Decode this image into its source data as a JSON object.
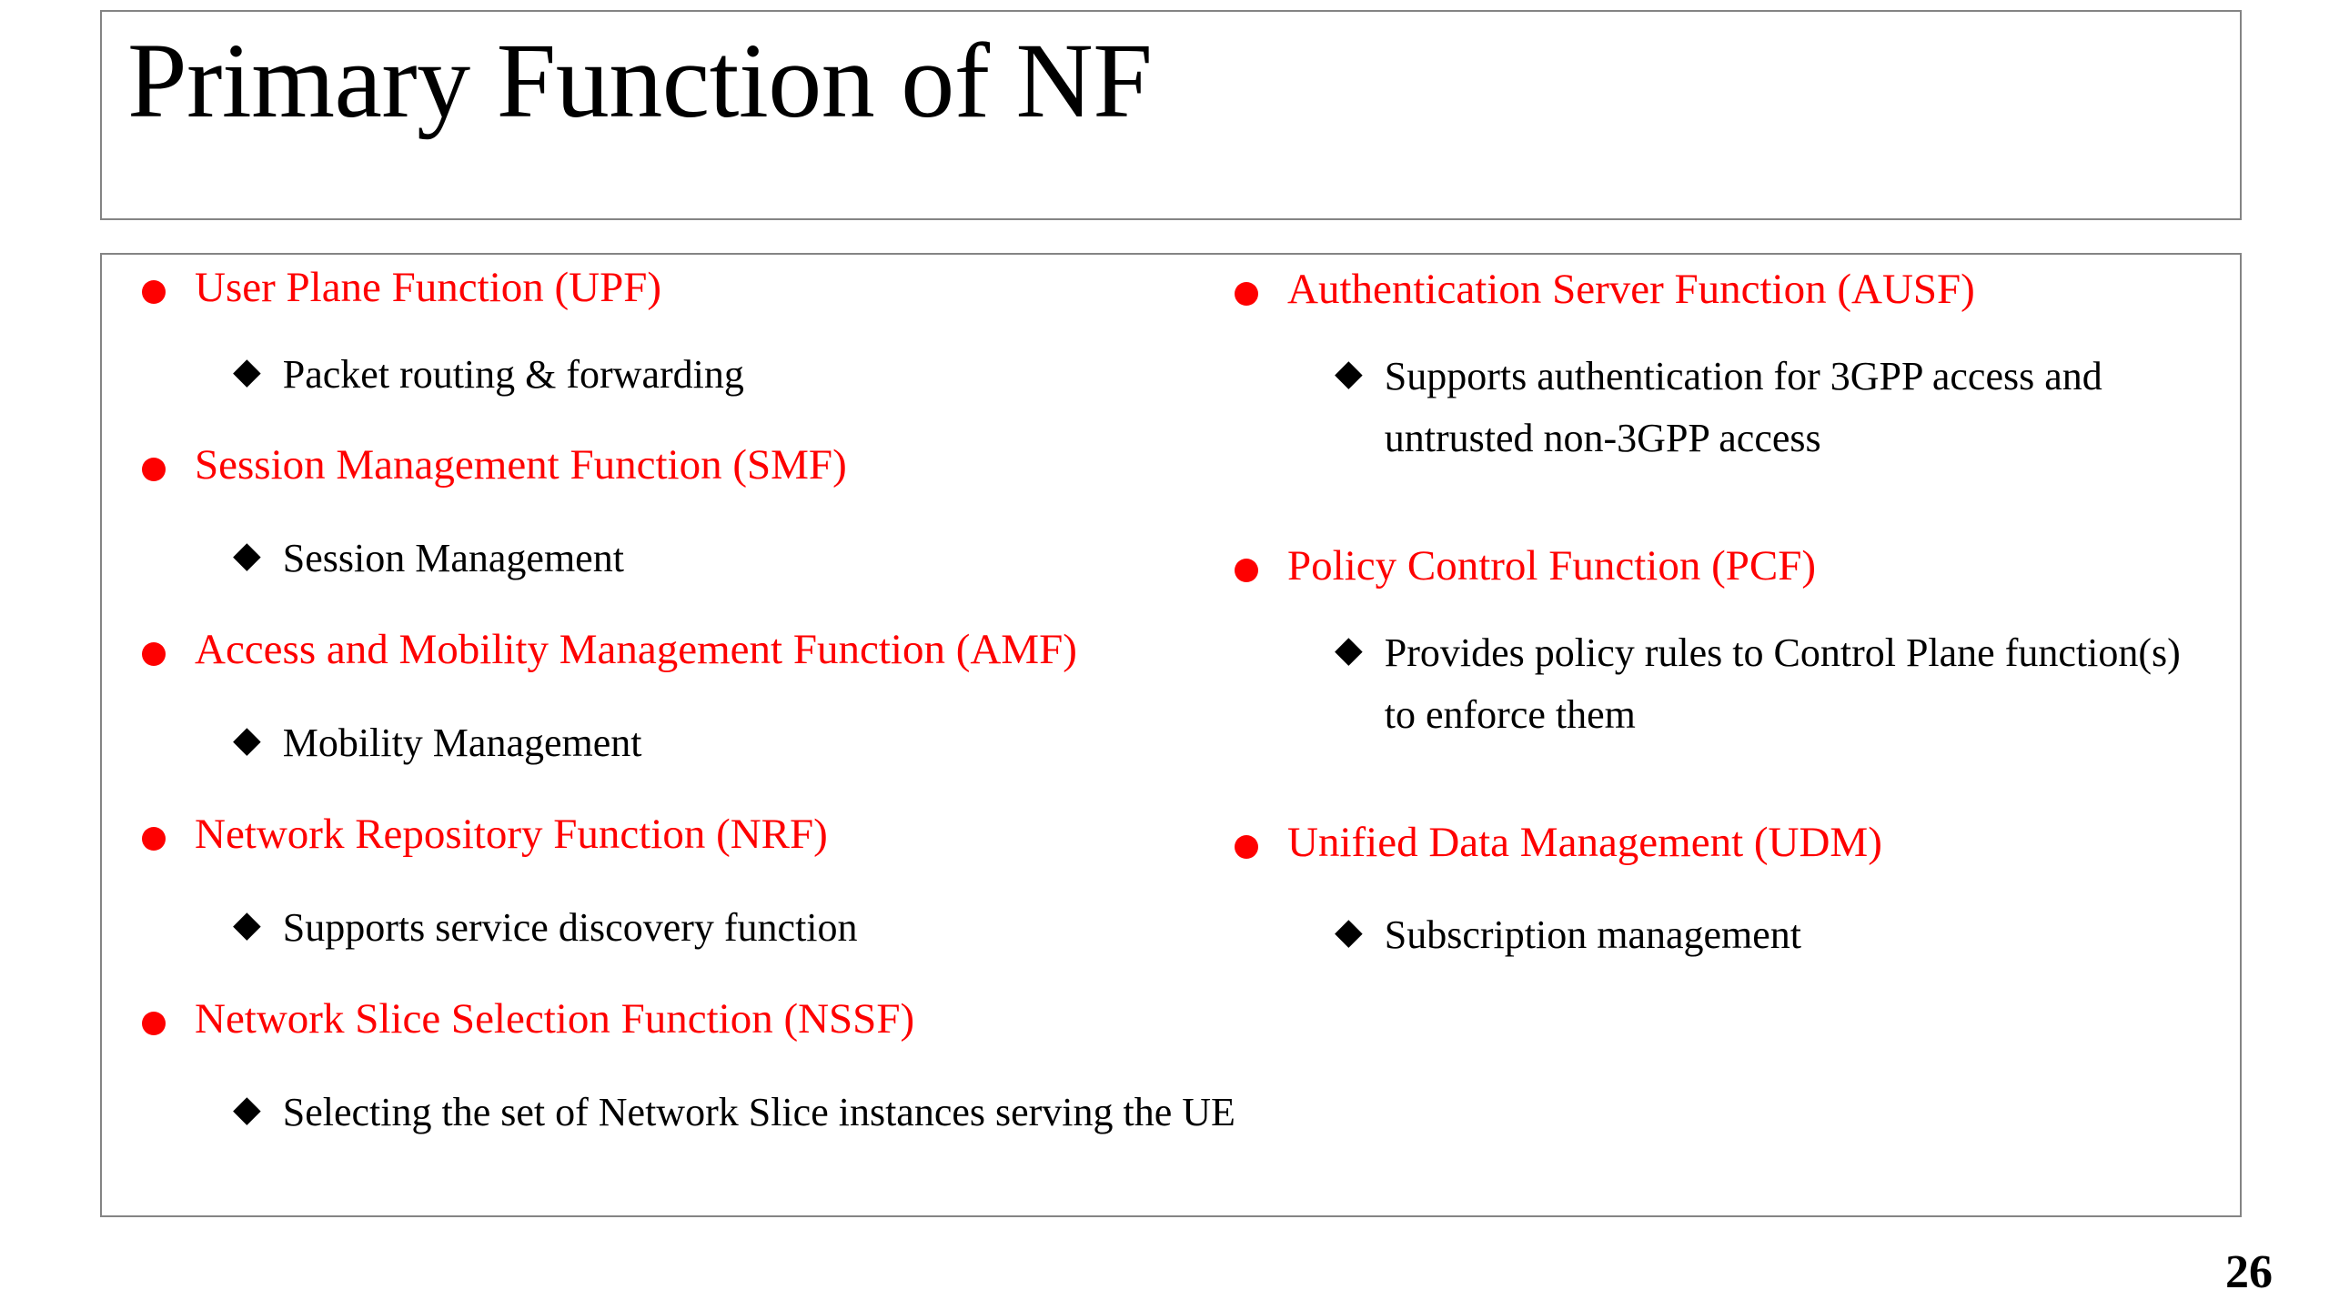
{
  "slide": {
    "title": "Primary Function of NF",
    "page_number": "26",
    "accent_color": "#FE0000",
    "text_color": "#000000",
    "border_color": "#848484",
    "background_color": "#FFFFFF",
    "bullet_glyph_level1": "filled-circle",
    "bullet_glyph_level2": "◆"
  },
  "columns": {
    "left": {
      "items": [
        {
          "label": "User Plane Function (UPF)",
          "sub": [
            "Packet routing & forwarding"
          ]
        },
        {
          "label": "Session Management Function (SMF)",
          "sub": [
            "Session Management"
          ]
        },
        {
          "label": "Access and Mobility Management Function (AMF)",
          "sub": [
            "Mobility Management"
          ]
        },
        {
          "label": "Network Repository Function (NRF)",
          "sub": [
            "Supports service discovery function"
          ]
        },
        {
          "label": "Network Slice Selection Function (NSSF)",
          "sub": [
            "Selecting the set of Network Slice instances serving the UE"
          ]
        }
      ]
    },
    "right": {
      "items": [
        {
          "label": "Authentication Server Function (AUSF)",
          "sub": [
            "Supports authentication for 3GPP access and untrusted non-3GPP access"
          ]
        },
        {
          "label": "Policy Control Function (PCF)",
          "sub": [
            "Provides policy rules to Control Plane function(s) to enforce them"
          ]
        },
        {
          "label": "Unified Data Management (UDM)",
          "sub": [
            "Subscription management"
          ]
        }
      ]
    }
  }
}
